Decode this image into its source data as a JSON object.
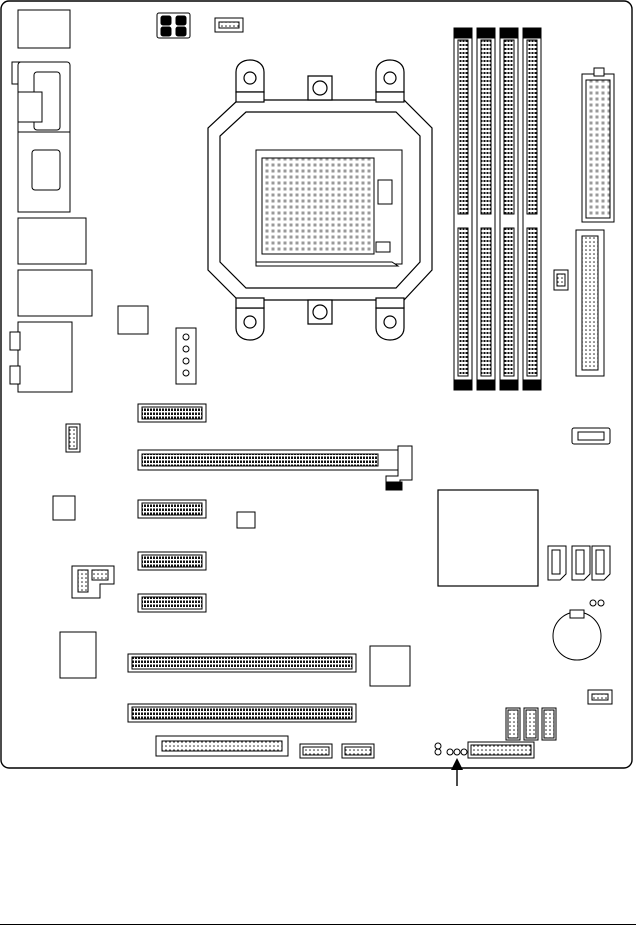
{
  "diagram": {
    "kind": "motherboard-layout",
    "line_color": "#000000",
    "background_color": "#ffffff",
    "memory_slots": 4,
    "pci_express_x1_slots": 4,
    "pci_express_x16_slots": 1,
    "pci_slots": 2,
    "sata_ports": 4,
    "pointer_arrow": "arrow-up-icon"
  },
  "footer": {}
}
